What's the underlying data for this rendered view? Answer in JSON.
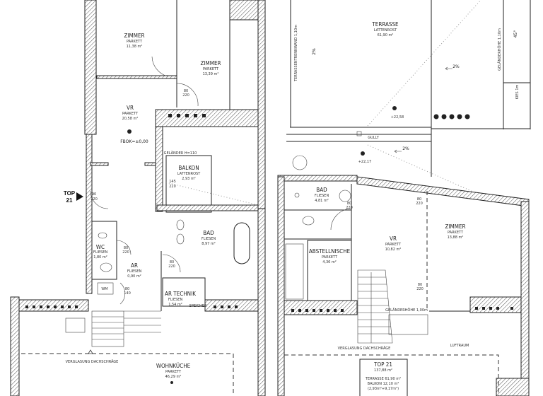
{
  "left_plan": {
    "rooms": [
      {
        "name": "ZIMMER",
        "floor": "PARKETT",
        "area": "11,38 m²"
      },
      {
        "name": "ZIMMER",
        "floor": "PARKETT",
        "area": "13,39 m²"
      },
      {
        "name": "VR",
        "floor": "PARKETT",
        "area": "20,58 m²"
      },
      {
        "name": "BALKON",
        "floor": "LATTENROST",
        "area": "2,93 m²"
      },
      {
        "name": "BAD",
        "floor": "FLIESEN",
        "area": "8,97 m²"
      },
      {
        "name": "WC",
        "floor": "FLIESEN",
        "area": "1,80 m²"
      },
      {
        "name": "AR",
        "floor": "FLIESEN",
        "area": "0,90 m²"
      },
      {
        "name": "AR TECHNIK",
        "floor": "FLIESEN",
        "area": "1,54 m²"
      },
      {
        "name": "WOHNKÜCHE",
        "floor": "PARKETT",
        "area": "46,29 m²"
      }
    ],
    "fbok": "FBOK=±0,00",
    "gelaender": "GELÄNDER H=110",
    "speicher": "SPEICHER",
    "verglasung": "VERGLASUNG DACHSCHRÄGE",
    "top_marker": {
      "line1": "TOP",
      "line2": "21"
    },
    "doors": [
      {
        "w": "80",
        "h": "220"
      },
      {
        "w": "90",
        "h": "220"
      },
      {
        "w": "80",
        "h": "220"
      },
      {
        "w": "80",
        "h": "220"
      },
      {
        "w": "80",
        "h": "140"
      },
      {
        "w": "145",
        "h": "220"
      }
    ],
    "wm": "WM"
  },
  "right_plan": {
    "terrasse": {
      "name": "TERRASSE",
      "floor": "LATTENROST",
      "area": "61,90 m²"
    },
    "trennwand": "TERRASSENTRENNWAND 1,10m",
    "gelaenderhoehe": "GELÄNDERHÖHE 1,10m",
    "angle": "45°",
    "kies": "KIES 1m",
    "slopes": [
      "2%",
      "2%",
      "2%"
    ],
    "levels": [
      "+22,58",
      "+22,17"
    ],
    "gully": "GULLY",
    "rooms": [
      {
        "name": "BAD",
        "floor": "FLIESEN",
        "area": "4,81 m²"
      },
      {
        "name": "ABSTELLNISCHE",
        "floor": "PARKETT",
        "area": "4,36 m²"
      },
      {
        "name": "VR",
        "floor": "PARKETT",
        "area": "10,82 m²"
      },
      {
        "name": "ZIMMER",
        "floor": "PARKETT",
        "area": "13,88 m²"
      }
    ],
    "gelaender_stair": "GELÄNDERHÖHE 1,00m",
    "luftraum": "LUFTRAUM",
    "verglasung": "VERGLASUNG DACHSCHRÄGE",
    "doors": [
      {
        "w": "80",
        "h": "220"
      },
      {
        "w": "80",
        "h": "220"
      },
      {
        "w": "80",
        "h": "220"
      }
    ],
    "summary": {
      "title": "TOP 21",
      "total": "137,88 m²",
      "terrasse": "TERRASSE 61,90 m²",
      "balkon": "BALKON 12,10 m²",
      "balkon_detail": "(2,93m²+9,17m²)"
    }
  }
}
